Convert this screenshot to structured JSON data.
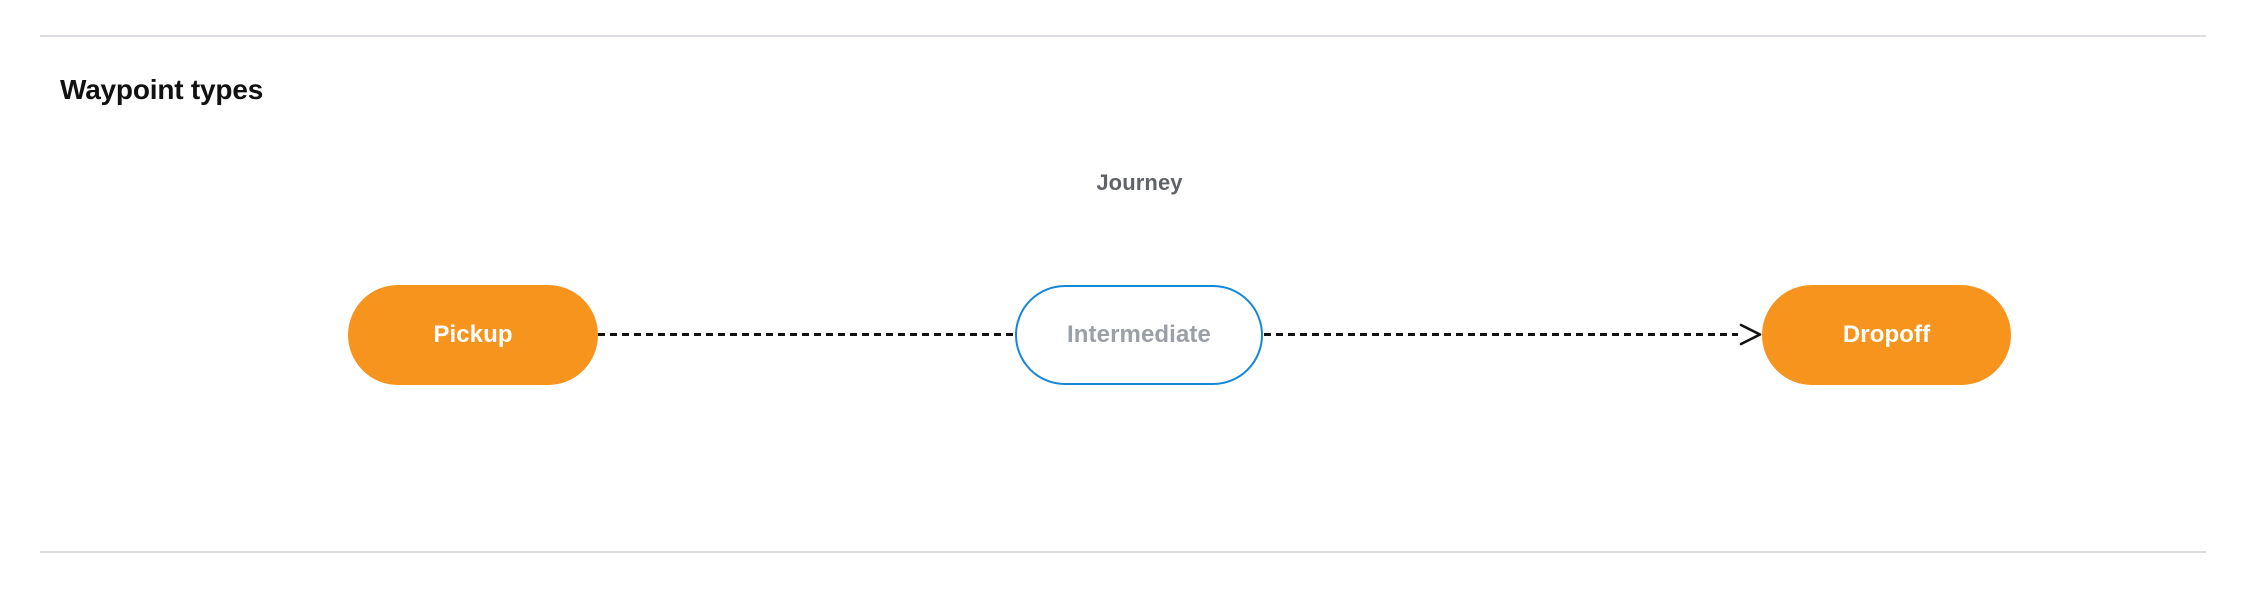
{
  "section": {
    "title": "Waypoint types"
  },
  "diagram": {
    "type": "flow",
    "cluster_label": "Journey",
    "nodes": [
      {
        "id": "pickup",
        "label": "Pickup",
        "style": "terminal",
        "fill": "#F7941E",
        "text_color": "#FFFFFF"
      },
      {
        "id": "intermediate",
        "label": "Intermediate",
        "style": "intermediate",
        "fill": "#FFFFFF",
        "text_color": "#9AA0A6",
        "border_color": "#1488D8"
      },
      {
        "id": "dropoff",
        "label": "Dropoff",
        "style": "terminal",
        "fill": "#F7941E",
        "text_color": "#FFFFFF"
      }
    ],
    "edges": [
      {
        "from": "pickup",
        "to": "intermediate",
        "style": "dashed",
        "arrow": false
      },
      {
        "from": "intermediate",
        "to": "dropoff",
        "style": "dashed",
        "arrow": true
      }
    ]
  },
  "colors": {
    "accent_orange": "#F7941E",
    "accent_blue": "#1488D8",
    "divider": "#DADCE0",
    "muted_text": "#5F6368",
    "placeholder_text": "#9AA0A6",
    "edge": "#111111"
  }
}
